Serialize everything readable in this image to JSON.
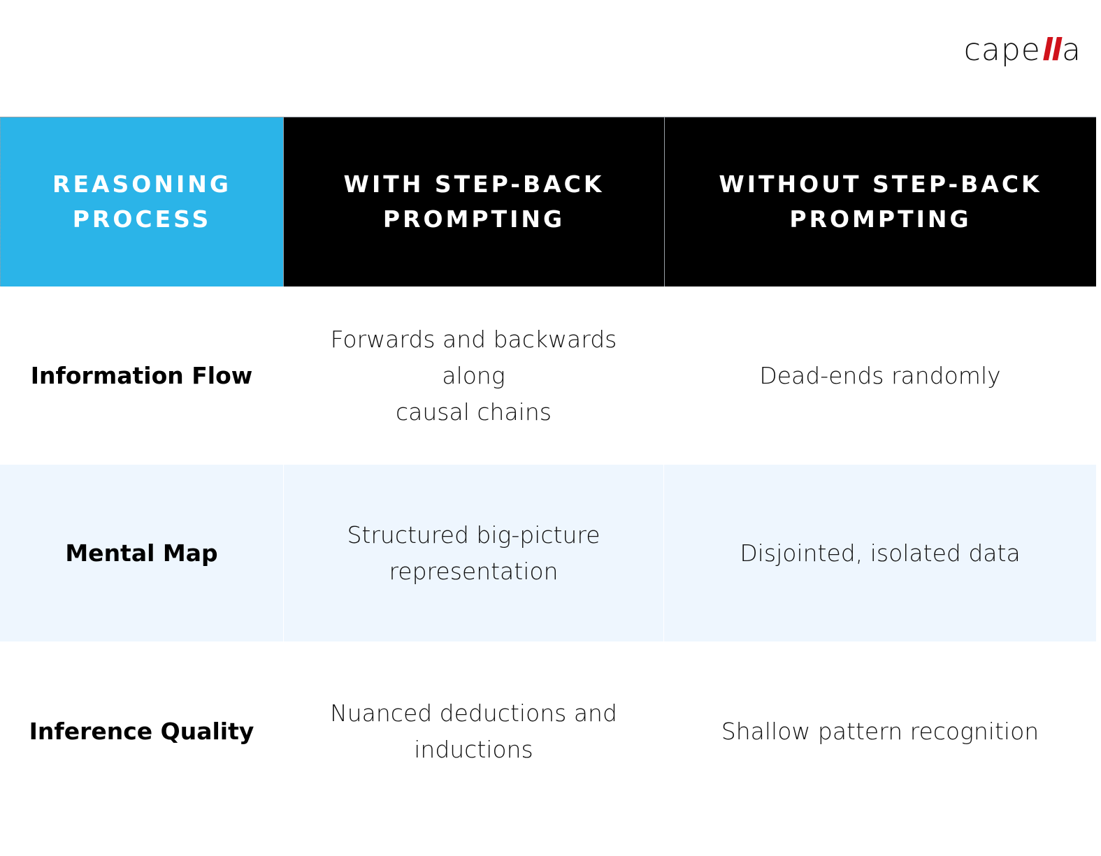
{
  "logo": {
    "prefix": "cape",
    "highlight": "ll",
    "suffix": "a",
    "accent_color": "#d0121b"
  },
  "colors": {
    "header_first_bg": "#2bb4e8",
    "header_bg": "#000000",
    "alt_row_bg": "#eef6fe"
  },
  "table": {
    "headers": [
      {
        "line1": "REASONING",
        "line2": "PROCESS"
      },
      {
        "line1": "WITH STEP-BACK",
        "line2": "PROMPTING"
      },
      {
        "line1": "WITHOUT STEP-BACK",
        "line2": "PROMPTING"
      }
    ],
    "rows": [
      {
        "label": "Information Flow",
        "with_line1": "Forwards and backwards along",
        "with_line2": "causal chains",
        "without": "Dead-ends randomly"
      },
      {
        "label": "Mental Map",
        "with_line1": "Structured big-picture",
        "with_line2": "representation",
        "without": "Disjointed, isolated data"
      },
      {
        "label": "Inference Quality",
        "with_line1": "Nuanced deductions and",
        "with_line2": "inductions",
        "without": "Shallow pattern recognition"
      }
    ]
  }
}
